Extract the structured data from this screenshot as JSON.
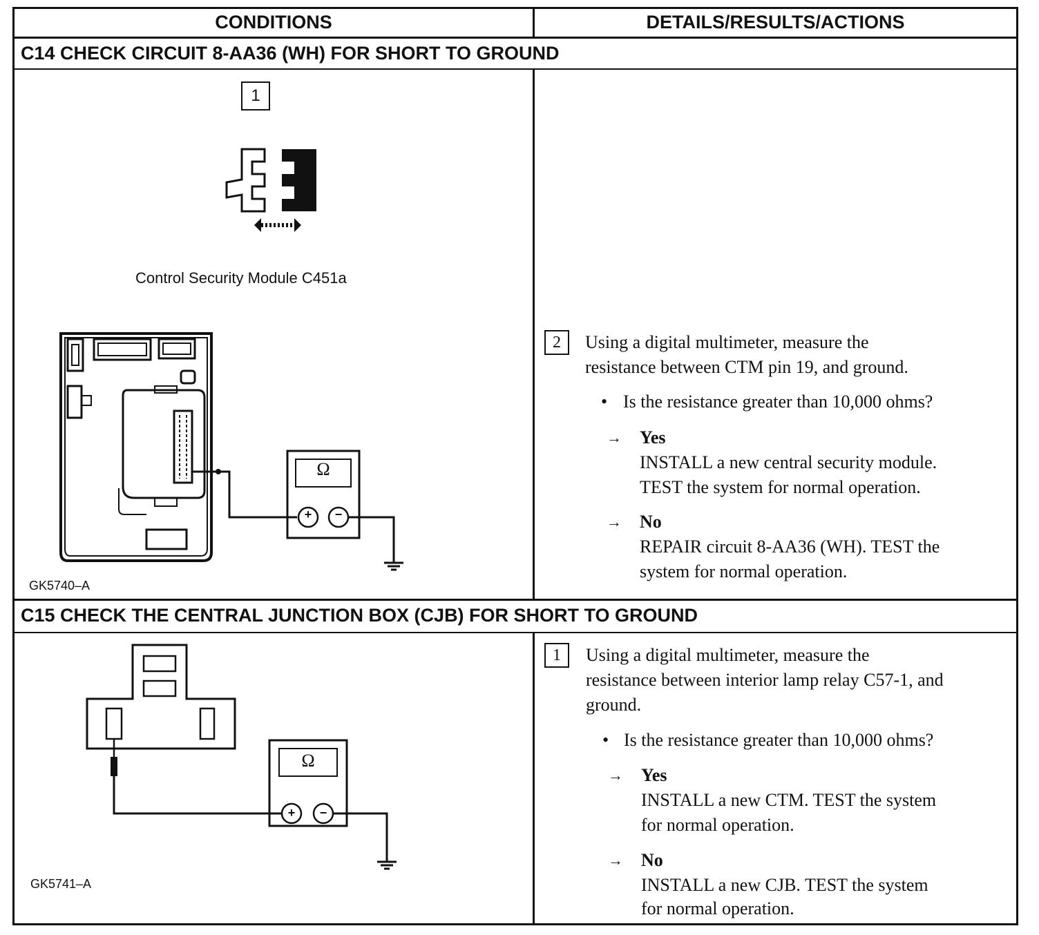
{
  "table": {
    "col_conditions": "CONDITIONS",
    "col_details": "DETAILS/RESULTS/ACTIONS"
  },
  "c14": {
    "heading": "C14 CHECK CIRCUIT 8-AA36 (WH) FOR SHORT TO GROUND",
    "step1_number": "1",
    "connector_caption": "Control Security Module C451a",
    "figure_id": "GK5740–A",
    "meter_symbol": "Ω",
    "step2_number": "2",
    "step2_line1": "Using a digital multimeter, measure the",
    "step2_line2": "resistance between CTM pin 19, and ground.",
    "question": "Is the resistance greater than 10,000 ohms?",
    "yes_label": "Yes",
    "yes_line1": "INSTALL a new central security module.",
    "yes_line2": "TEST the system for normal operation.",
    "no_label": "No",
    "no_line1": "REPAIR circuit 8-AA36 (WH). TEST the",
    "no_line2": "system for normal operation."
  },
  "c15": {
    "heading": "C15 CHECK THE CENTRAL JUNCTION BOX (CJB) FOR SHORT TO GROUND",
    "figure_id": "GK5741–A",
    "meter_symbol": "Ω",
    "step1_number": "1",
    "step1_line1": "Using a digital multimeter, measure the",
    "step1_line2": "resistance between interior lamp relay C57-1, and",
    "step1_line3": "ground.",
    "question": "Is the resistance greater than 10,000 ohms?",
    "yes_label": "Yes",
    "yes_line1": "INSTALL a new CTM. TEST the system",
    "yes_line2": "for normal operation.",
    "no_label": "No",
    "no_line1": "INSTALL a new CJB. TEST the system",
    "no_line2": "for normal operation."
  },
  "symbols": {
    "arrow": "→",
    "bullet": "•",
    "plus": "+",
    "minus": "−"
  }
}
